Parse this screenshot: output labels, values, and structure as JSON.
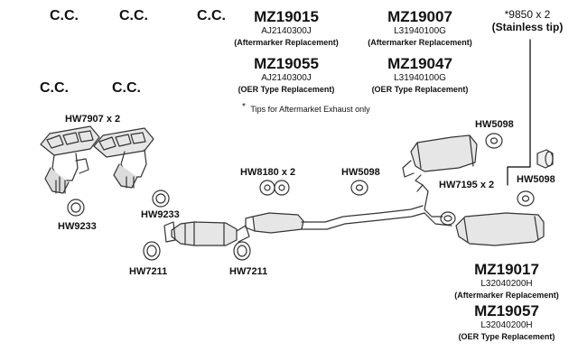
{
  "cc_labels": [
    "C.C.",
    "C.C.",
    "C.C.",
    "C.C.",
    "C.C."
  ],
  "header_groups": [
    {
      "part": "MZ19015",
      "number": "AJ2140300J",
      "type": "(Aftermarker Replacement)"
    },
    {
      "part": "MZ19007",
      "number": "L31940100G",
      "type": "(Aftermarker Replacement)"
    },
    {
      "part": "MZ19055",
      "number": "AJ2140300J",
      "type": "(OER Type Replacement)"
    },
    {
      "part": "MZ19047",
      "number": "L31940100G",
      "type": "(OER Type Replacement)"
    }
  ],
  "tip": {
    "part": "*9850 x 2",
    "material": "(Stainless tip)"
  },
  "note": "Tips for Aftermarket Exhaust only",
  "note_marker": "*",
  "hardware": {
    "hw7907": "HW7907 x 2",
    "hw9233_left": "HW9233",
    "hw9233_mid": "HW9233",
    "hw7211_left": "HW7211",
    "hw7211_mid": "HW7211",
    "hw8180": "HW8180 x 2",
    "hw5098_mid": "HW5098",
    "hw5098_top": "HW5098",
    "hw5098_right": "HW5098",
    "hw7195": "HW7195 x 2"
  },
  "muffler_groups": [
    {
      "part": "MZ19017",
      "number": "L32040200H",
      "type": "(Aftermarker Replacement)"
    },
    {
      "part": "MZ19057",
      "number": "L32040200H",
      "type": "(OER Type Replacement)"
    }
  ]
}
